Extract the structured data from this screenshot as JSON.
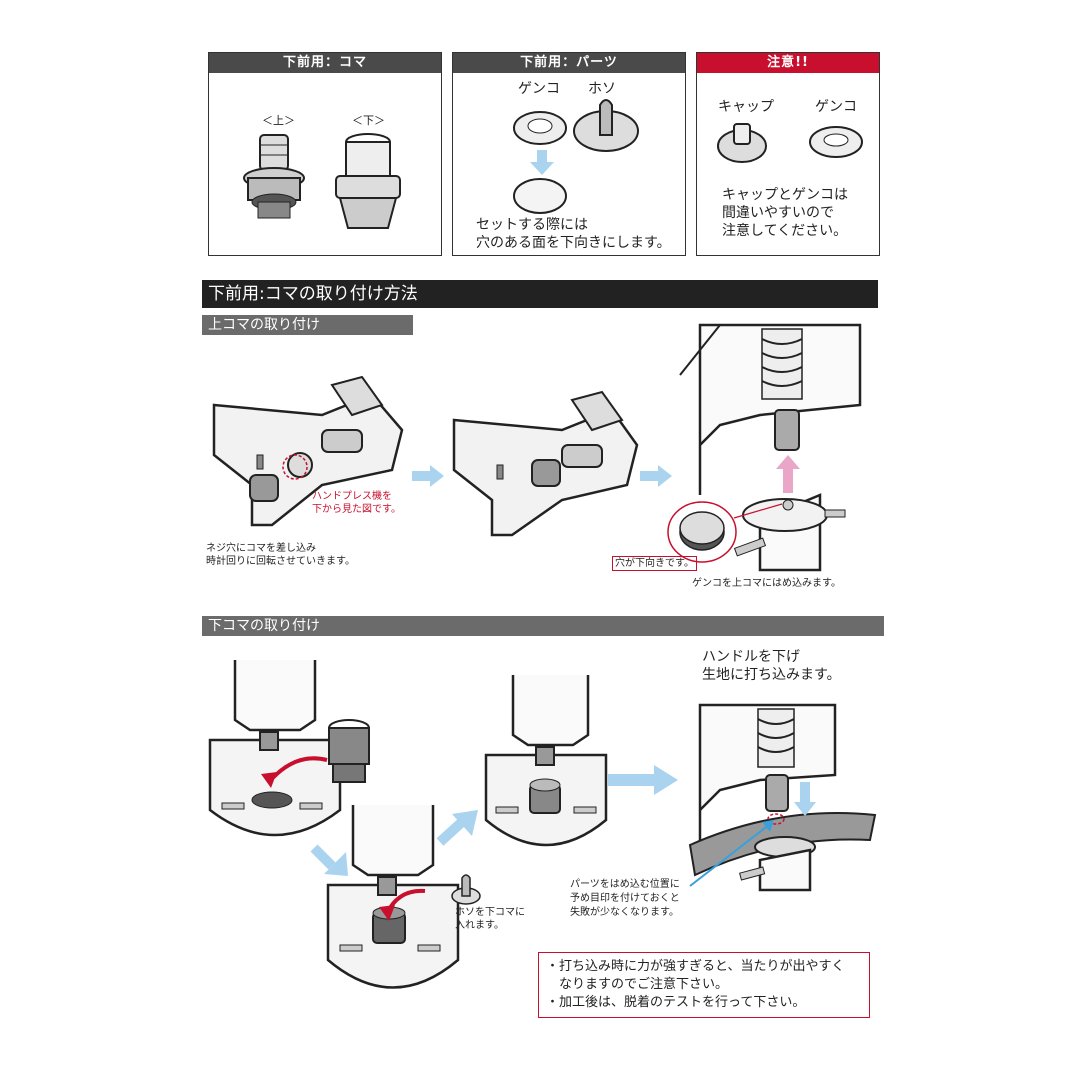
{
  "panels": {
    "koma": {
      "title": "下前用：コマ",
      "upper": "＜上＞",
      "lower": "＜下＞"
    },
    "parts": {
      "title": "下前用：パーツ",
      "genko": "ゲンコ",
      "hoso": "ホソ",
      "note_line1": "セットする際には",
      "note_line2": "穴のある面を下向きにします。"
    },
    "caution": {
      "title": "注意!!",
      "cap": "キャップ",
      "genko": "ゲンコ",
      "note_line1": "キャップとゲンコは",
      "note_line2": "間違いやすいので",
      "note_line3": "注意してください。"
    }
  },
  "section": {
    "title": "下前用:コマの取り付け方法"
  },
  "upper_install": {
    "title": "上コマの取り付け",
    "callout_line1": "ハンドプレス機を",
    "callout_line2": "下から見た図です。",
    "step1_line1": "ネジ穴にコマを差し込み",
    "step1_line2": "時計回りに回転させていきます。",
    "hole_label": "穴が下向きです。",
    "step3": "ゲンコを上コマにはめ込みます。"
  },
  "lower_install": {
    "title": "下コマの取り付け",
    "hoso_line1": "ホソを下コマに",
    "hoso_line2": "入れます。",
    "handle_line1": "ハンドルを下げ",
    "handle_line2": "生地に打ち込みます。",
    "mark_line1": "パーツをはめ込む位置に",
    "mark_line2": "予め目印を付けておくと",
    "mark_line3": "失敗が少なくなります。"
  },
  "warnings": {
    "line1": "・打ち込み時に力が強すぎると、当たりが出やすく",
    "line2": "　なりますのでご注意下さい。",
    "line3": "・加工後は、脱着のテストを行って下さい。"
  },
  "colors": {
    "accent_red": "#c8102e",
    "arrow_blue": "#a9d3ee",
    "arrow_pink": "#e9a6c8",
    "header_gray": "#4a4a4a"
  }
}
